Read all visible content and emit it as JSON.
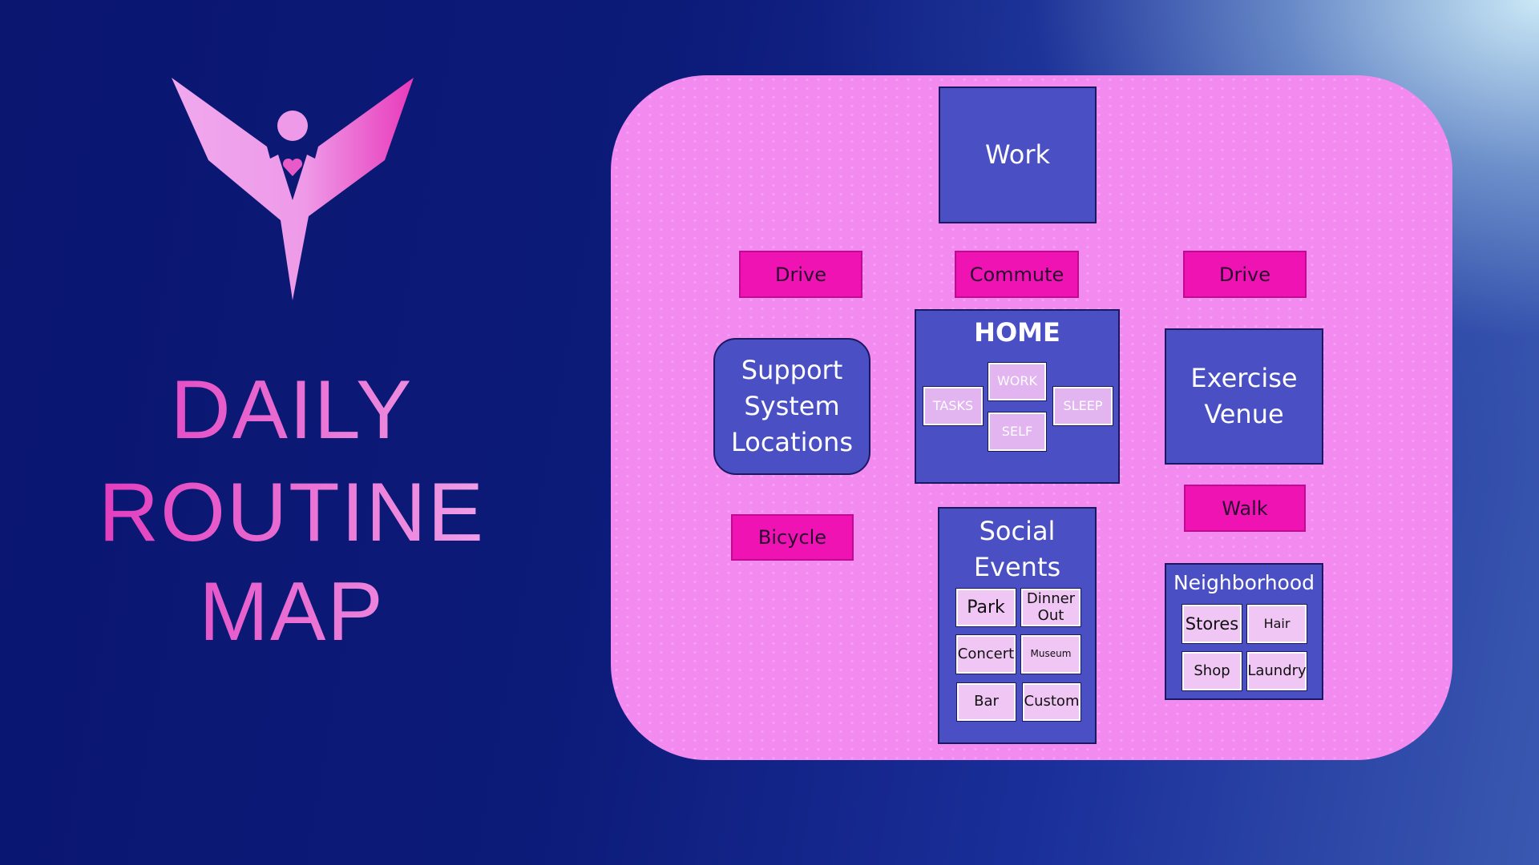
{
  "title": {
    "line1": "DAILY",
    "line2": "ROUTINE",
    "line3": "MAP"
  },
  "colors": {
    "panel": "#f28af0",
    "box": "#4a4fc4",
    "transport": "#f013b4",
    "chip": "#f0c6f4",
    "background": "#0a1670"
  },
  "map": {
    "work": "Work",
    "transport": {
      "drive_left": "Drive",
      "commute": "Commute",
      "drive_right": "Drive",
      "bicycle": "Bicycle",
      "walk": "Walk"
    },
    "support": {
      "line1": "Support",
      "line2": "System",
      "line3": "Locations"
    },
    "home": {
      "title": "HOME",
      "items": [
        "WORK",
        "TASKS",
        "SLEEP",
        "SELF"
      ]
    },
    "exercise": {
      "line1": "Exercise",
      "line2": "Venue"
    },
    "social": {
      "line1": "Social",
      "line2": "Events",
      "items": [
        "Park",
        "Dinner Out",
        "Concert",
        "Museum",
        "Bar",
        "Custom"
      ]
    },
    "neighborhood": {
      "title": "Neighborhood",
      "items": [
        "Stores",
        "Hair",
        "Shop",
        "Laundry"
      ]
    }
  }
}
